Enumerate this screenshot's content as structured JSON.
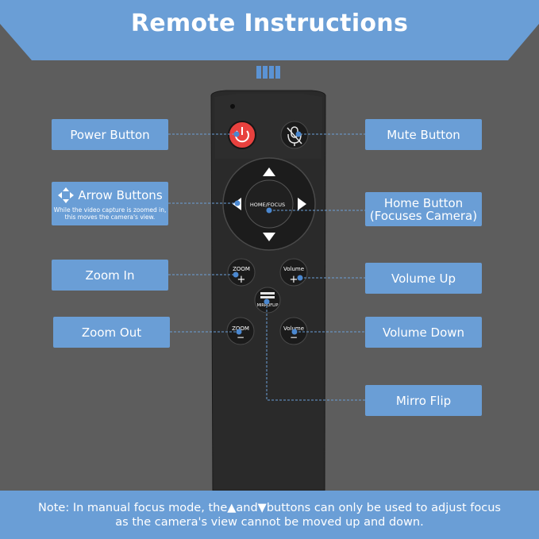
{
  "title": "Remote Instructions",
  "labels": {
    "power": "Power Button",
    "mute": "Mute Button",
    "arrow_title": "Arrow Buttons",
    "arrow_sub_1": "While the video capture is zoomed in,",
    "arrow_sub_2": "this moves the camera's view.",
    "home_1": "Home Button",
    "home_2": "(Focuses Camera)",
    "zoom_in": "Zoom In",
    "volume_up": "Volume Up",
    "zoom_out": "Zoom Out",
    "volume_down": "Volume Down",
    "mirror_flip": "Mirro Flip"
  },
  "remote": {
    "home_focus": "HOME/FOCUS",
    "zoom": "ZOOM",
    "volume": "Volume",
    "mirror_flip": "MIRROFLIP",
    "plus": "+",
    "minus": "−"
  },
  "note": {
    "line1": "Note: In manual focus mode, the▲and▼buttons can only be used to adjust focus",
    "line2": "as the camera's view cannot be moved up and down."
  },
  "colors": {
    "accent": "#6a9ed6",
    "background": "#5d5d5d",
    "remote_body": "#2b2b2b",
    "power_red": "#e8413e"
  }
}
